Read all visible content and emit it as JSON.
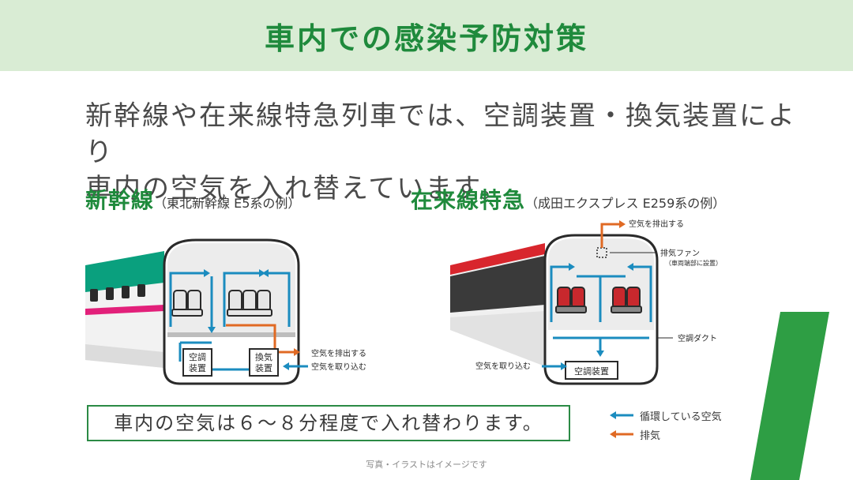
{
  "header": {
    "title": "車内での感染予防対策"
  },
  "lead": {
    "line1": "新幹線や在来線特急列車では、空調装置・換気装置により",
    "line2": "車内の空気を入れ替えています。"
  },
  "shinkansen": {
    "title": "新幹線",
    "subtitle": "（東北新幹線 E5系の例）",
    "ac_unit": [
      "空調",
      "装置"
    ],
    "vent_unit": [
      "換気",
      "装置"
    ],
    "exhaust_label": "空気を排出する",
    "intake_label": "空気を取り込む"
  },
  "limited_express": {
    "title": "在来線特急",
    "subtitle": "（成田エクスプレス E259系の例）",
    "exhaust_label": "空気を排出する",
    "fan_label": "排気ファン",
    "fan_note": "（車両端部に設置）",
    "duct_label": "空調ダクト",
    "intake_label": "空気を取り込む",
    "ac_unit": "空調装置"
  },
  "summary": "車内の空気は６～８分程度で入れ替わります。",
  "legend": {
    "circulating": "循環している空気",
    "exhaust": "排気"
  },
  "caption": "写真・イラストはイメージです",
  "colors": {
    "green": "#1f8a3c",
    "header_bg": "#d9ecd4",
    "blue_arrow": "#1b8cbf",
    "orange_arrow": "#e06a24",
    "e5_green": "#0aa07e",
    "e5_pink": "#e2207a",
    "e259_red": "#d8262d"
  }
}
